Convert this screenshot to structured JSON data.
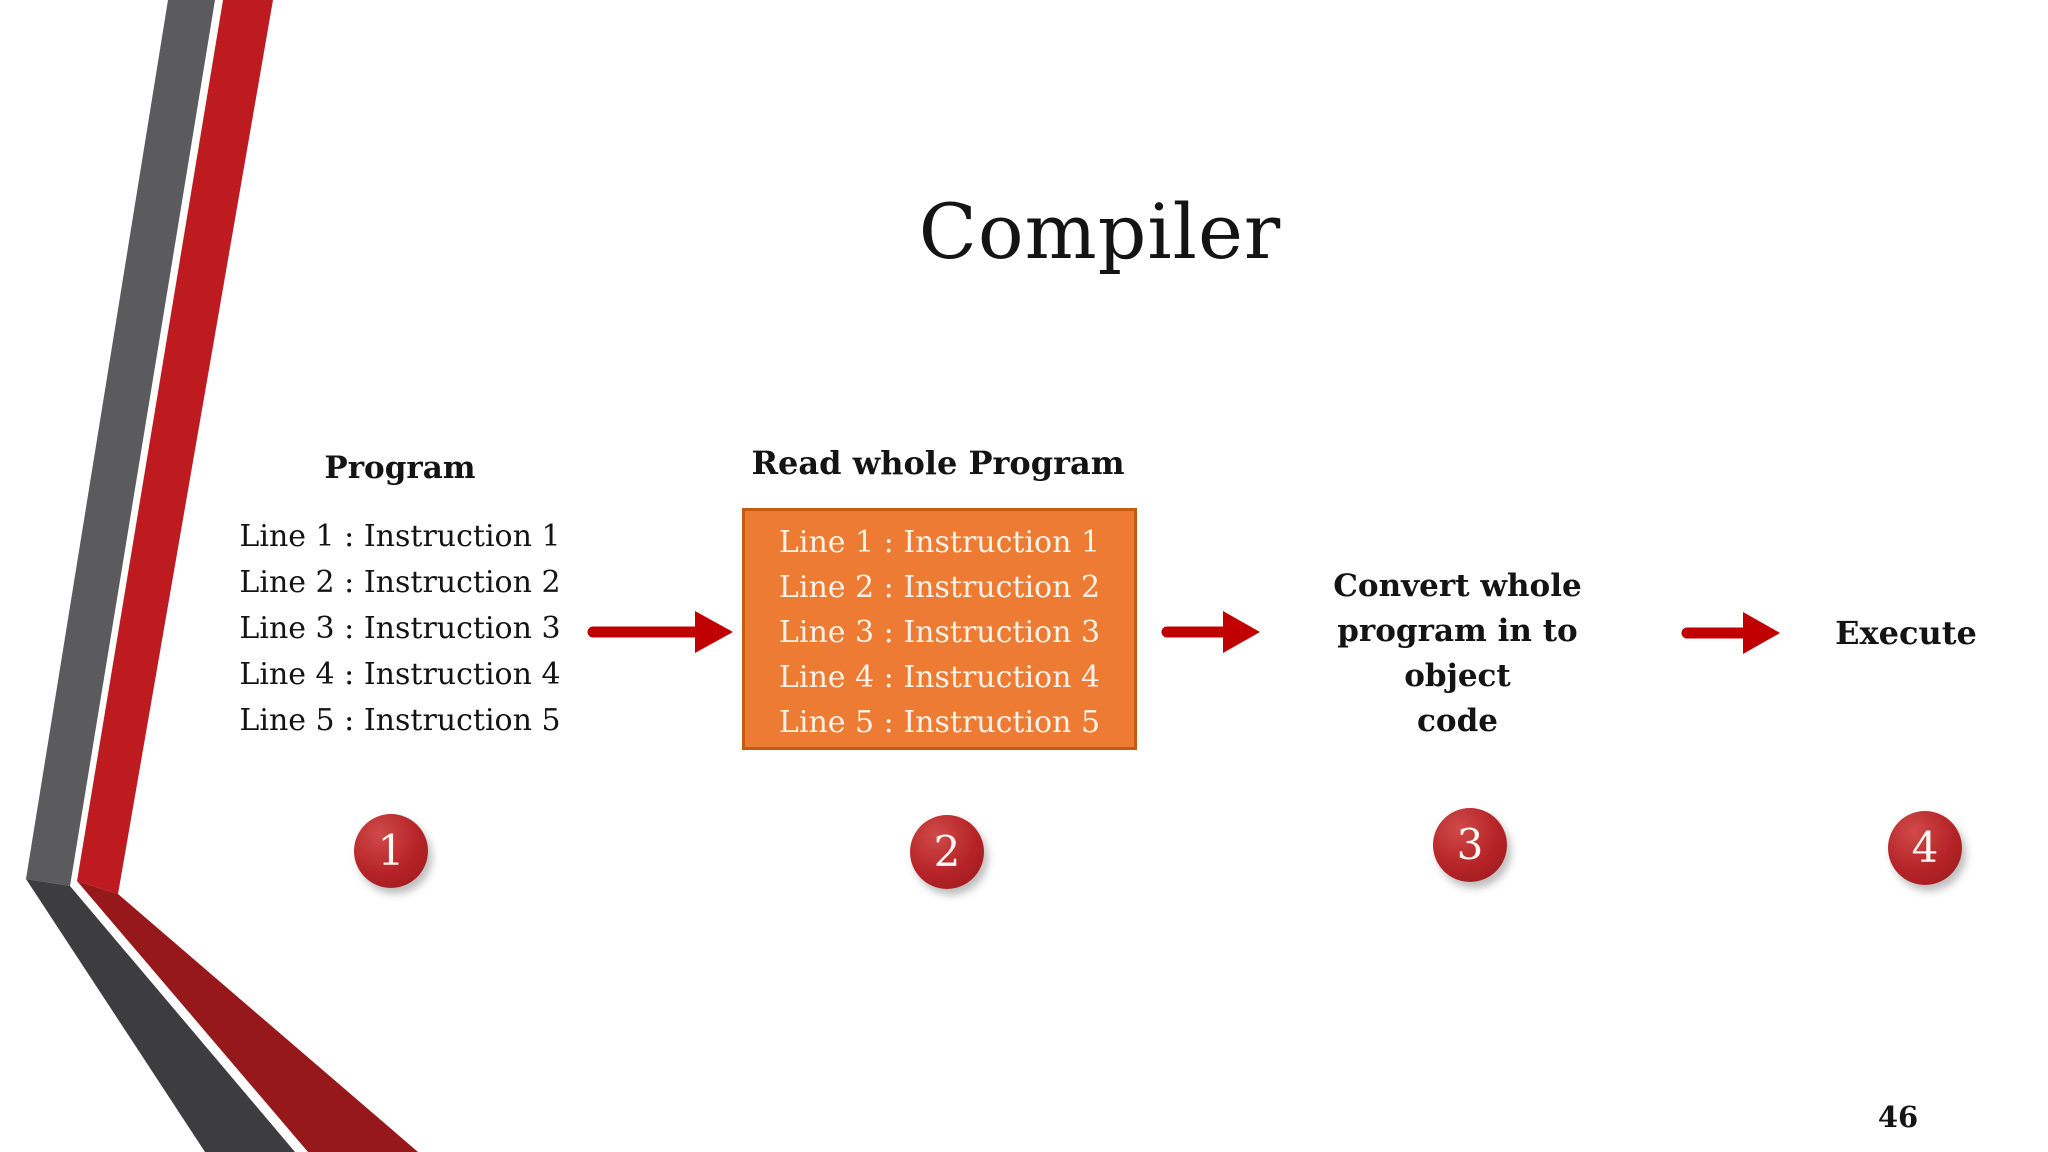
{
  "slide": {
    "title": "Compiler",
    "page_number": "46"
  },
  "program": {
    "heading": "Program",
    "lines": [
      "Line 1 : Instruction 1",
      "Line 2 : Instruction 2",
      "Line 3 : Instruction 3",
      "Line 4 : Instruction 4",
      "Line 5 : Instruction 5"
    ],
    "badge": "1"
  },
  "read_whole": {
    "heading": "Read whole Program",
    "lines": [
      "Line 1 : Instruction 1",
      "Line 2 : Instruction 2",
      "Line 3 : Instruction 3",
      "Line 4 : Instruction 4",
      "Line 5 : Instruction 5"
    ],
    "badge": "2"
  },
  "convert": {
    "heading_lines": [
      "Convert whole",
      "program in to object",
      "code"
    ],
    "badge": "3"
  },
  "execute": {
    "heading": "Execute",
    "badge": "4"
  },
  "colors": {
    "arrow_red": "#c00000",
    "ribbon_gray": "#5b5b5e",
    "ribbon_gray_dark": "#3d3d40",
    "ribbon_red": "#be1b21",
    "ribbon_red_dark": "#96181b",
    "box_fill": "#ed7b33",
    "box_border": "#c55a11",
    "badge_red": "#b52327",
    "box_text": "#fcf3e8"
  }
}
